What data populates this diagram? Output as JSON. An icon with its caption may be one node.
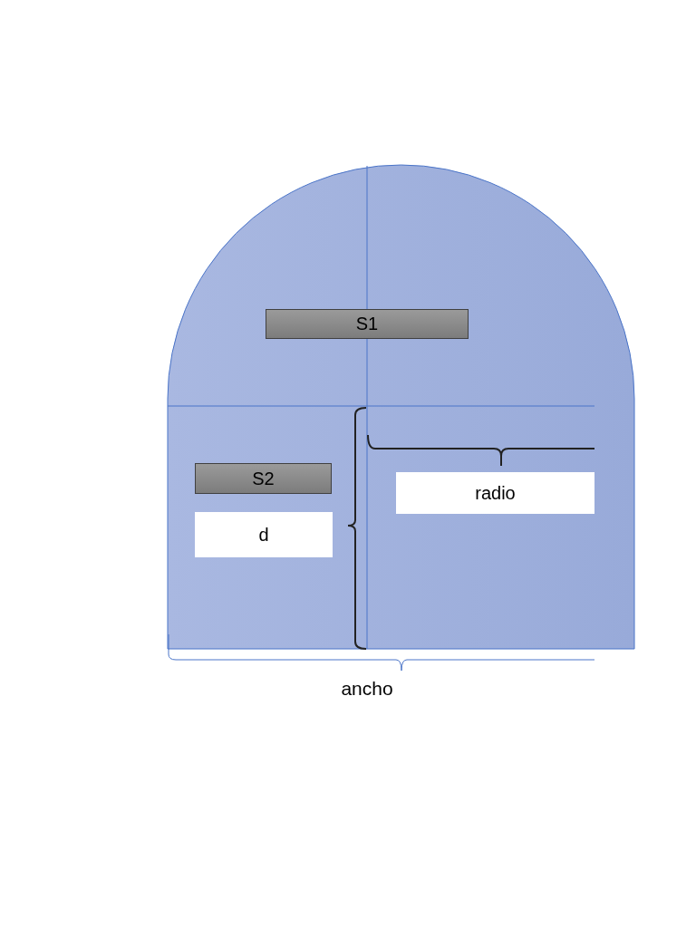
{
  "diagram": {
    "nodes": [
      {
        "text": [
          "S1"
        ]
      },
      {
        "text": [
          "S2"
        ]
      },
      {
        "text": [
          "d"
        ]
      },
      {
        "text": [
          "radio"
        ]
      }
    ],
    "labels": [
      "ancho"
    ]
  }
}
